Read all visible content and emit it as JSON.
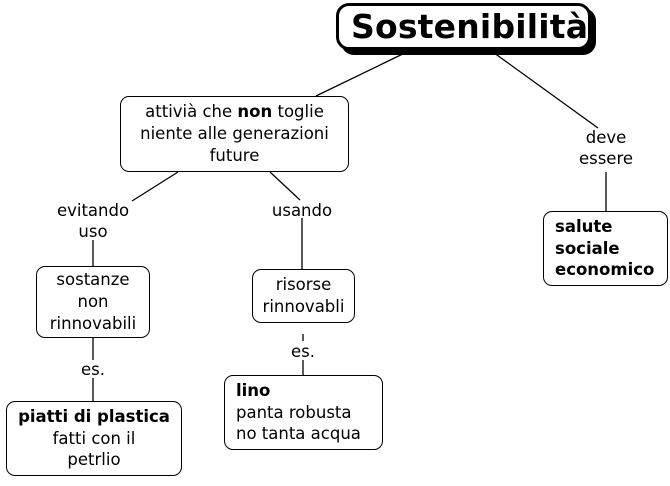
{
  "diagram": {
    "title": "Sostenibilità",
    "type": "concept-map",
    "language": "it",
    "background_color": "#ffffff",
    "node_border_color": "#000000",
    "text_color": "#000000"
  },
  "nodes": {
    "root": {
      "text": "Sostenibilità",
      "style": "root-shadow-box"
    },
    "attivita": {
      "lines": [
        "attivià che ",
        "non",
        " toglie",
        "niente alle generazioni",
        "future"
      ],
      "line1a": "attivià che ",
      "line1b": "non",
      "line1c": " toglie",
      "line2": "niente alle generazioni",
      "line3": "future"
    },
    "sostanze": {
      "line1": "sostanze",
      "line2": "non",
      "line3": "rinnovabili"
    },
    "piatti": {
      "line1": "piatti di plastica",
      "line2": "fatti con il",
      "line3": "petrlio"
    },
    "risorse": {
      "line1": "risorse",
      "line2": "rinnovabli"
    },
    "lino": {
      "line1": "lino",
      "line2": "panta robusta",
      "line3": "no tanta acqua"
    },
    "salute": {
      "line1": "salute",
      "line2": "sociale",
      "line3": "economico"
    }
  },
  "link_labels": {
    "evitando_uso": {
      "line1": "evitando",
      "line2": "uso"
    },
    "usando": {
      "line1": "usando"
    },
    "deve_essere": {
      "line1": "deve",
      "line2": "essere"
    },
    "es_left": {
      "line1": "es."
    },
    "es_middle": {
      "line1": "es."
    }
  }
}
